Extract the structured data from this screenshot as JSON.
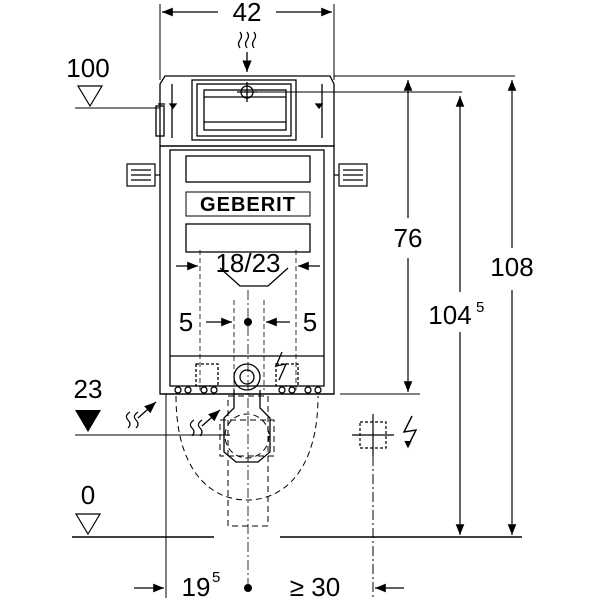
{
  "brand": "GEBERIT",
  "dimensions": {
    "width_top": "42",
    "frame_height": "76",
    "height_104_main": "104",
    "height_104_sup": "5",
    "height_108": "108",
    "pipe_span": "18/23",
    "offset_left": "5",
    "offset_right": "5",
    "floor_offset_main": "19",
    "floor_offset_sup": "5",
    "min_clearance": "≥ 30"
  },
  "levels": {
    "top_level": "100",
    "water_level": "23",
    "floor_level": "0"
  },
  "colors": {
    "line": "#000000",
    "background": "#ffffff"
  }
}
